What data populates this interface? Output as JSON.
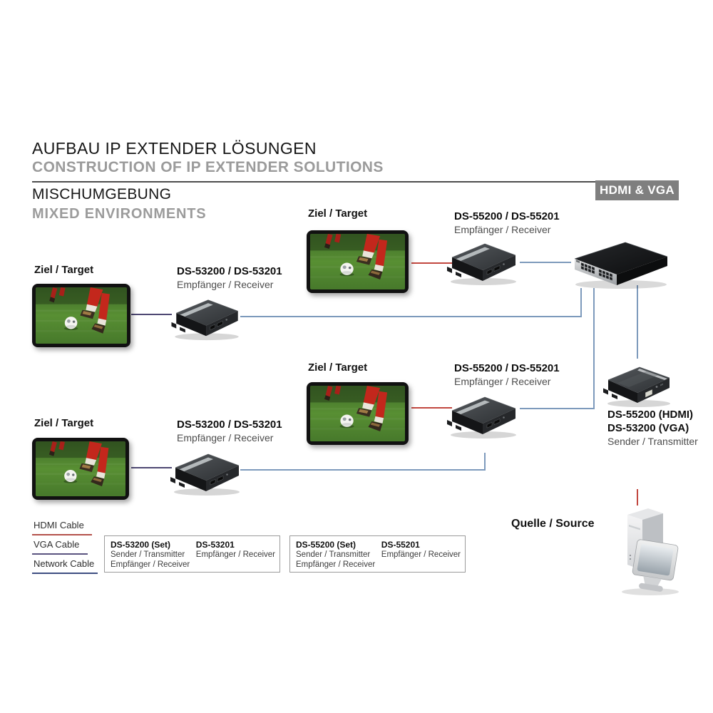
{
  "header": {
    "title_de": "AUFBAU IP EXTENDER LÖSUNGEN",
    "title_en": "CONSTRUCTION OF IP EXTENDER SOLUTIONS",
    "section_de": "MISCHUMGEBUNG",
    "section_en": "MIXED ENVIRONMENTS",
    "badge": "HDMI & VGA",
    "badge_bg": "#7f7f7f"
  },
  "labels": {
    "target": "Ziel / Target",
    "source": "Quelle / Source"
  },
  "nodes": {
    "receiver_top": {
      "model": "DS-55200 / DS-55201",
      "role": "Empfänger / Receiver"
    },
    "receiver_left_upper": {
      "model": "DS-53200 / DS-53201",
      "role": "Empfänger / Receiver"
    },
    "receiver_middle": {
      "model": "DS-55200 / DS-55201",
      "role": "Empfänger / Receiver"
    },
    "receiver_left_lower": {
      "model": "DS-53200 / DS-53201",
      "role": "Empfänger / Receiver"
    },
    "transmitter": {
      "model_hdmi": "DS-55200 (HDMI)",
      "model_vga": "DS-53200 (VGA)",
      "role": "Sender / Transmitter"
    }
  },
  "legend": {
    "items": [
      {
        "label": "HDMI Cable",
        "color": "#b4524b"
      },
      {
        "label": "VGA Cable",
        "color": "#5a5380"
      },
      {
        "label": "Network Cable",
        "color": "#3e4e82"
      }
    ]
  },
  "cable_colors": {
    "hdmi": "#c2473f",
    "vga": "#4e4873",
    "network": "#7d9abc"
  },
  "tables": [
    {
      "cols": [
        {
          "title": "DS-53200 (Set)",
          "lines": [
            "Sender / Transmitter",
            "Empfänger / Receiver"
          ]
        },
        {
          "title": "DS-53201",
          "lines": [
            "Empfänger / Receiver"
          ]
        }
      ]
    },
    {
      "cols": [
        {
          "title": "DS-55200 (Set)",
          "lines": [
            "Sender / Transmitter",
            "Empfänger / Receiver"
          ]
        },
        {
          "title": "DS-55201",
          "lines": [
            "Empfänger / Receiver"
          ]
        }
      ]
    }
  ]
}
